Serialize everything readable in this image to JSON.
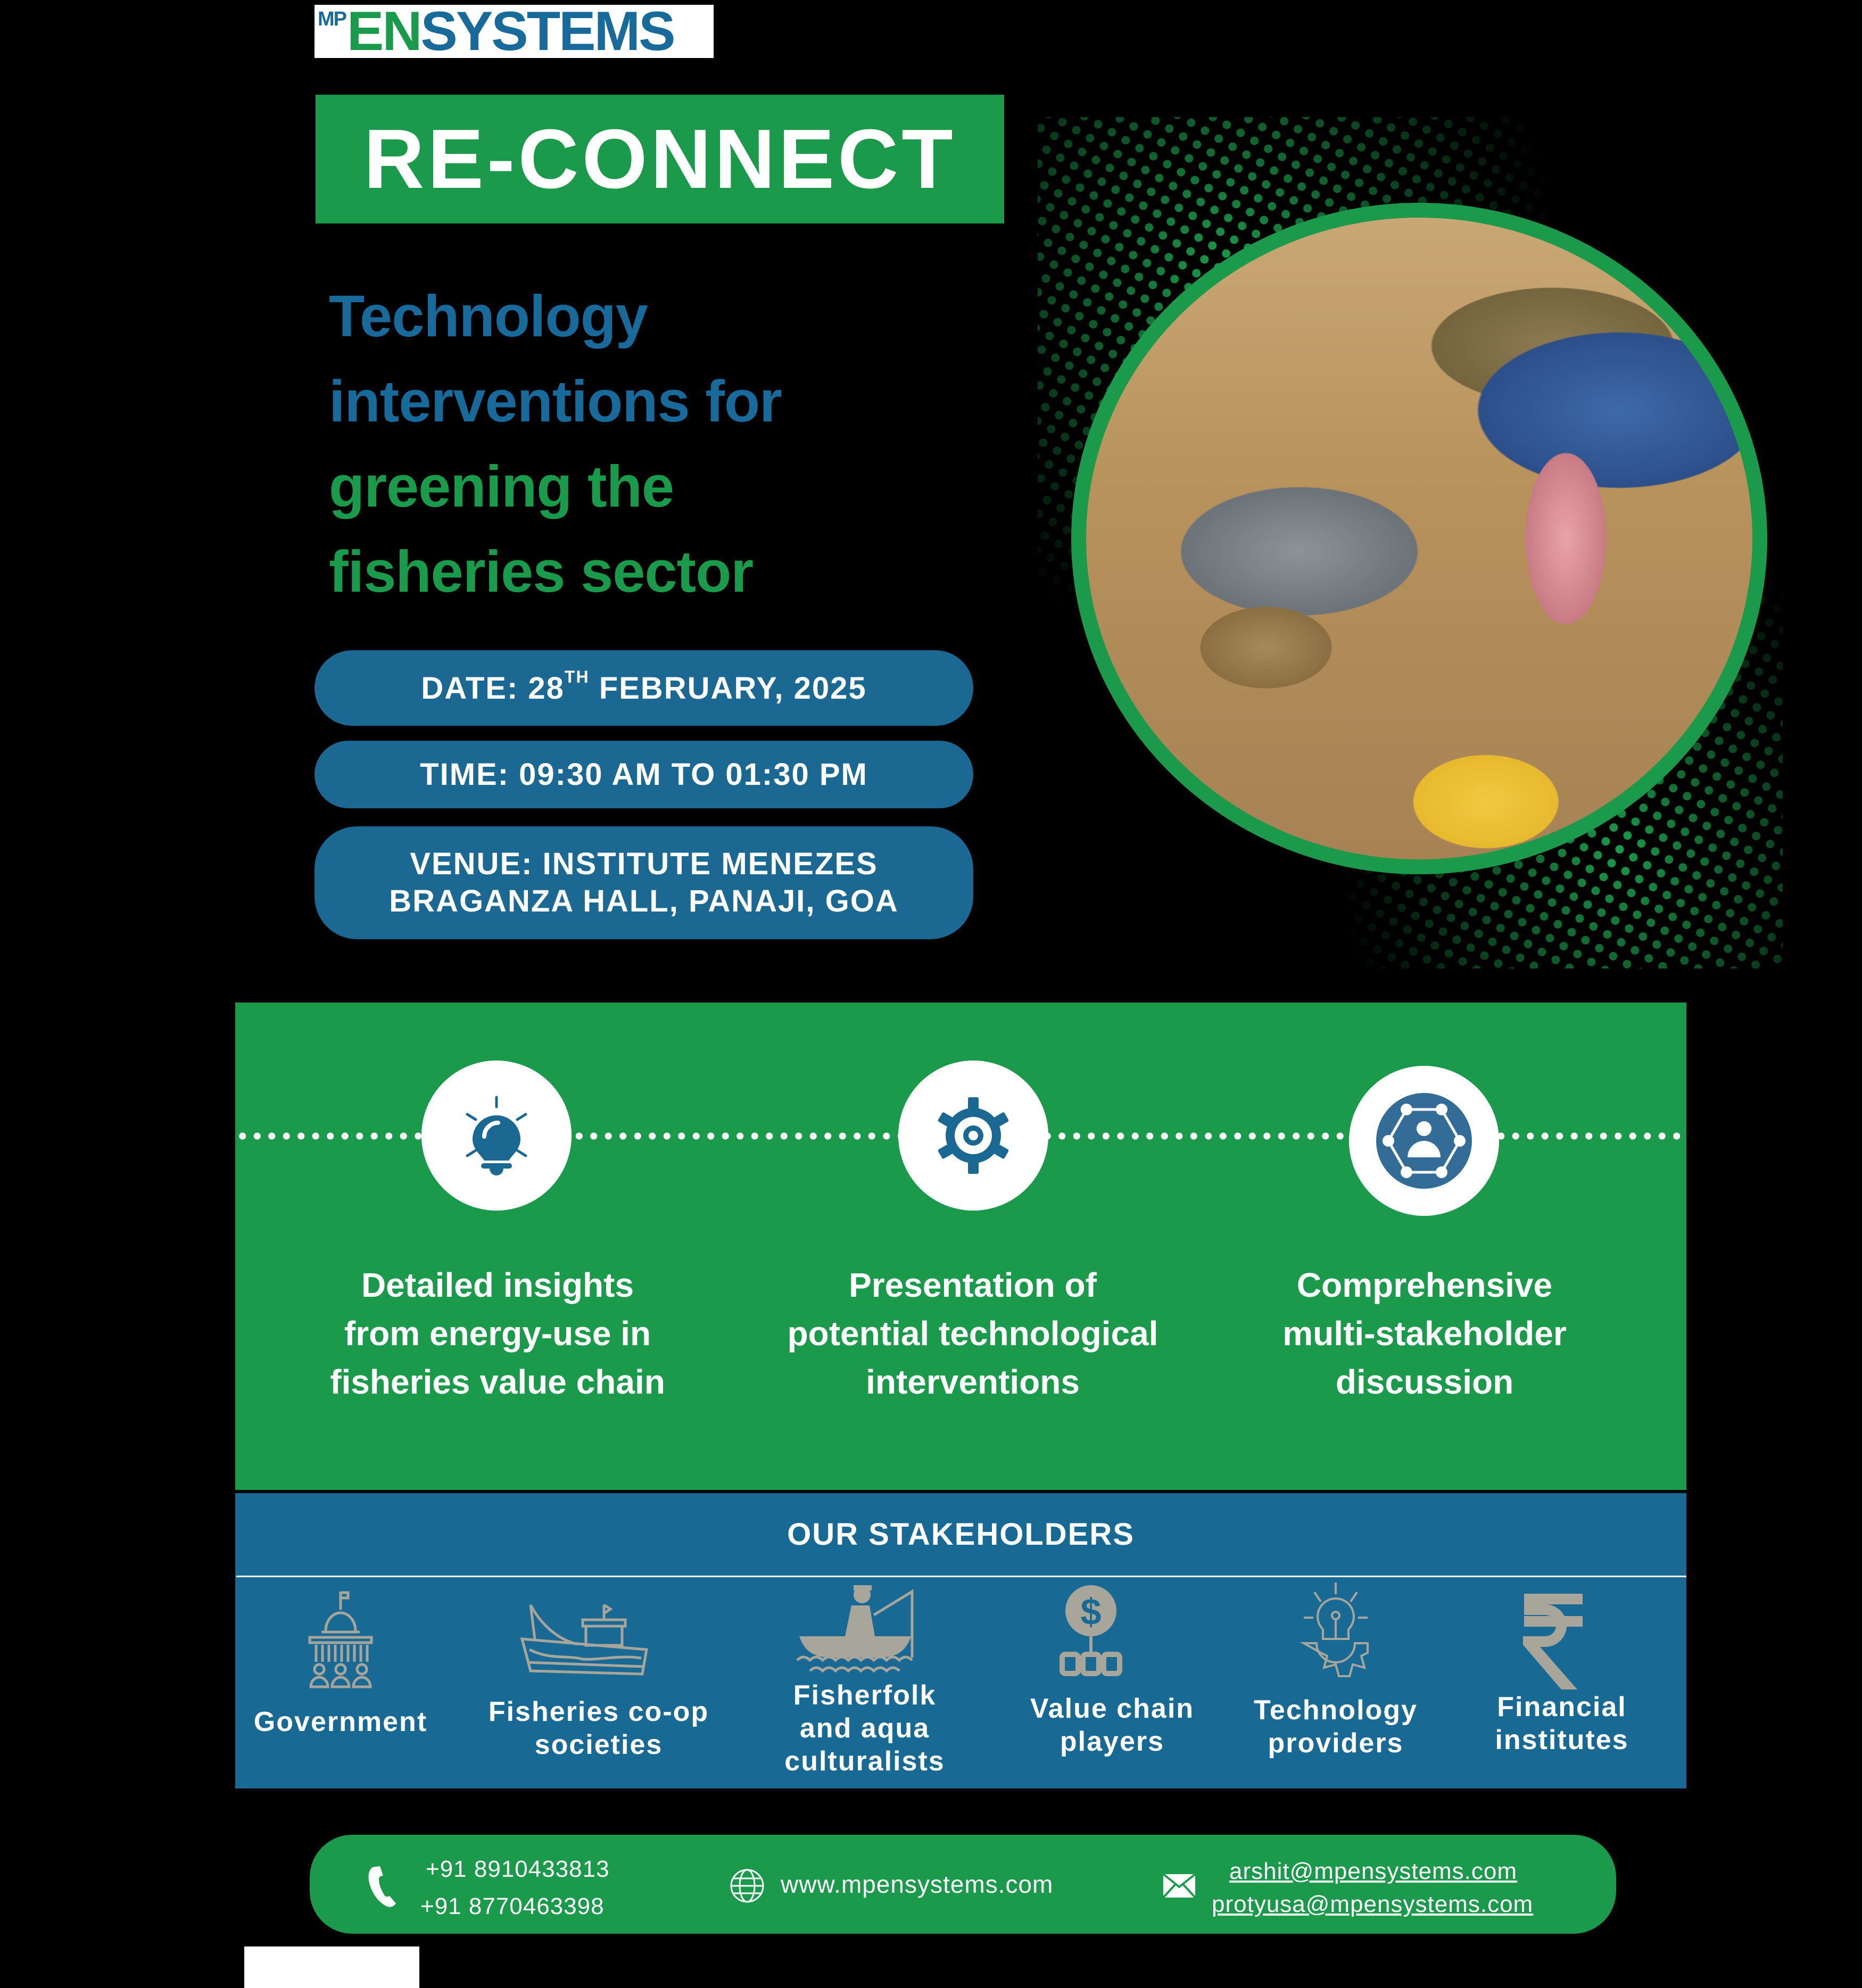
{
  "logo": {
    "prefix": "MP",
    "en": "EN",
    "systems": "SYSTEMS"
  },
  "title": "RE-CONNECT",
  "subtitle": {
    "line1": "Technology",
    "line2": "interventions for",
    "line3": "greening the",
    "line4": "fisheries sector"
  },
  "event": {
    "date_prefix": "DATE: 28",
    "date_sup": "TH",
    "date_suffix": " FEBRUARY, 2025",
    "time": "TIME: 09:30 AM TO 01:30 PM",
    "venue_line1": "VENUE: INSTITUTE MENEZES",
    "venue_line2": "BRAGANZA HALL, PANAJI, GOA"
  },
  "features": [
    {
      "icon": "lightbulb-icon",
      "lines": [
        "Detailed insights",
        "from energy-use in",
        "fisheries value chain"
      ]
    },
    {
      "icon": "gear-icon",
      "lines": [
        "Presentation of",
        "potential technological",
        "interventions"
      ]
    },
    {
      "icon": "stakeholder-network-icon",
      "lines": [
        "Comprehensive",
        "multi-stakeholder",
        "discussion"
      ]
    }
  ],
  "stakeholders": {
    "title": "OUR STAKEHOLDERS",
    "items": [
      {
        "icon": "government-building-icon",
        "lines": [
          "Government"
        ]
      },
      {
        "icon": "fishing-boat-icon",
        "lines": [
          "Fisheries co-op",
          "societies"
        ]
      },
      {
        "icon": "fisherman-icon",
        "lines": [
          "Fisherfolk",
          "and aqua",
          "culturalists"
        ]
      },
      {
        "icon": "dollar-chain-icon",
        "lines": [
          "Value chain",
          "players"
        ]
      },
      {
        "icon": "lightbulb-gear-icon",
        "lines": [
          "Technology",
          "providers"
        ]
      },
      {
        "icon": "rupee-icon",
        "lines": [
          "Financial",
          "institutes"
        ]
      }
    ]
  },
  "contact": {
    "phone1": "+91 8910433813",
    "phone2": "+91 8770463398",
    "website": "www.mpensystems.com",
    "email1": "arshit@mpensystems.com",
    "email2": "protyusa@mpensystems.com"
  },
  "colors": {
    "green": "#1b9a4b",
    "blue": "#186a94",
    "icon_gray": "#a8a59b",
    "background": "#000000"
  }
}
